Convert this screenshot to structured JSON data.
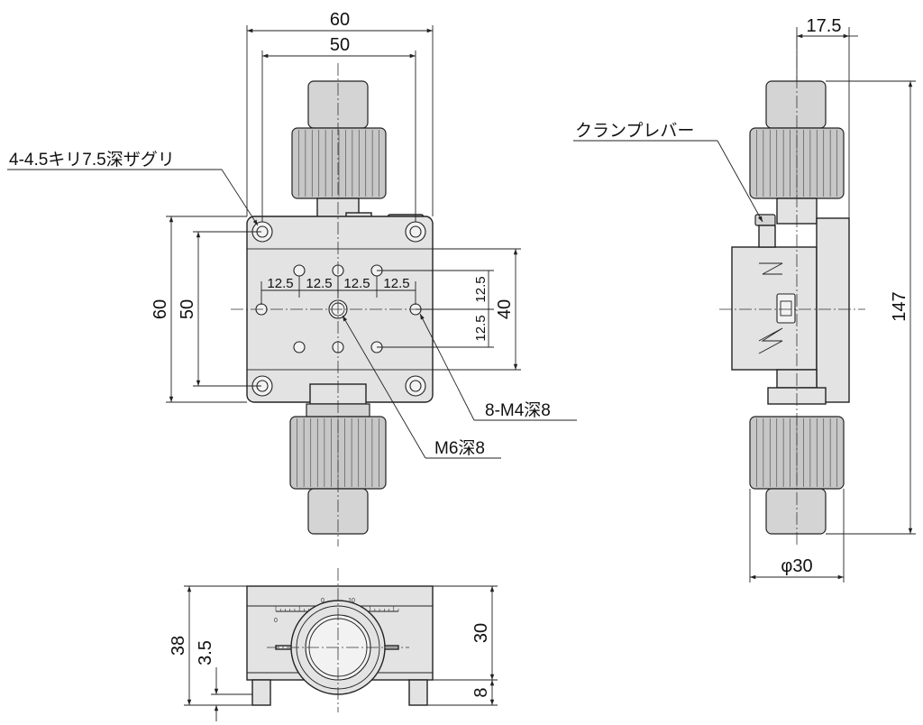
{
  "title": "",
  "colors": {
    "line": "#222222",
    "body_fill": "#e3e3e3",
    "knob_fill": "#d4d4d4",
    "background": "#ffffff"
  },
  "front_view": {
    "dim_top_outer": "60",
    "dim_top_inner": "50",
    "dim_left_outer": "60",
    "dim_left_inner": "50",
    "dim_right_40": "40",
    "pitch_labels": [
      "12.5",
      "12.5",
      "12.5",
      "12.5"
    ],
    "pitch_vertical": [
      "12.5",
      "12.5"
    ],
    "callout_counterbore": "4-4.5キリ7.5深ザグリ",
    "callout_m4": "8-M4深8",
    "callout_m6": "M6深8"
  },
  "side_view": {
    "dim_top": "17.5",
    "dim_height": "147",
    "dim_diameter": "φ30",
    "callout_clamp": "クランプレバー"
  },
  "bottom_view": {
    "dim_left_total": "38",
    "dim_left_small": "3.5",
    "dim_right_top": "30",
    "dim_right_bottom": "8",
    "scale_marks": [
      "0",
      "10",
      "0"
    ]
  }
}
